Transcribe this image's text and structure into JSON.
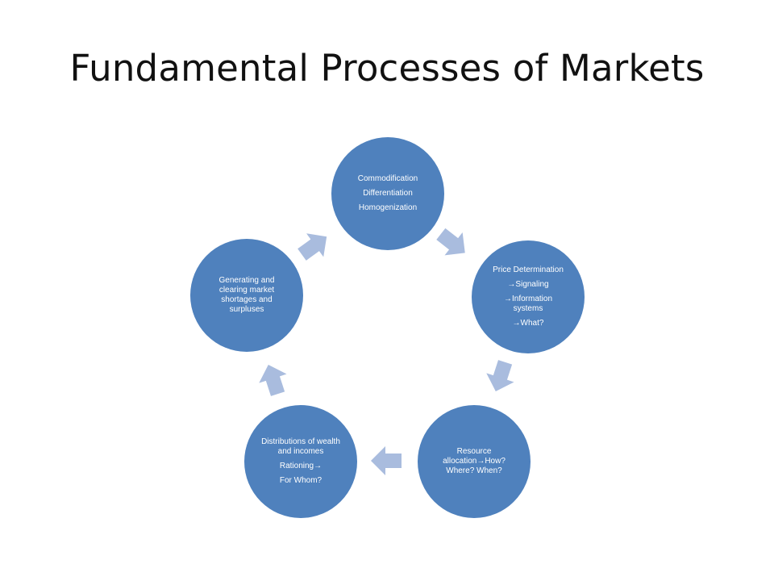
{
  "title": "Fundamental Processes of Markets",
  "colors": {
    "circle": "#4f81bd",
    "arrow": "#a9bcde",
    "text": "#ffffff"
  },
  "nodes": {
    "top": {
      "lines": [
        "Commodification",
        "Differentiation",
        "Homogenization"
      ]
    },
    "right": {
      "lines": [
        "Price Determination",
        "→Signaling",
        "→Information systems",
        "→What?"
      ]
    },
    "bottom_right": {
      "lines": [
        "Resource allocation→How?",
        "Where? When?"
      ]
    },
    "bottom_left": {
      "lines": [
        "Distributions of wealth and incomes",
        "Rationing→",
        "For Whom?"
      ]
    },
    "left": {
      "lines": [
        "Generating and clearing market shortages and surpluses"
      ]
    }
  }
}
